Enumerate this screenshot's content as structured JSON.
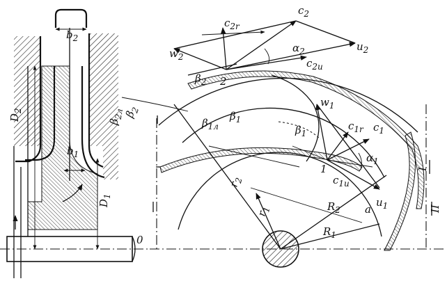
{
  "labels": {
    "b2": "b",
    "b2_sub": "2",
    "D2": "D",
    "D2_sub": "2",
    "b1": "b",
    "b1_sub": "1",
    "D1": "D",
    "D1_sub": "1",
    "zero": "0",
    "c2": "c",
    "c2_sub": "2",
    "c2r": "c",
    "c2r_sub": "2r",
    "w2": "w",
    "w2_sub": "2",
    "alpha2": "α",
    "alpha2_sub": "2",
    "u2": "u",
    "u2_sub": "2",
    "c2u": "c",
    "c2u_sub": "2u",
    "beta2": "β",
    "beta2_sub": "2",
    "point2": "2",
    "beta2l": "β",
    "beta2l_sub": "2л",
    "beta2b": "β",
    "beta2b_sub": "2",
    "beta1l": "β",
    "beta1l_sub": "1л",
    "beta1": "β",
    "beta1_sub": "1",
    "w1": "w",
    "w1_sub": "1",
    "beta1b": "β",
    "beta1b_sub": "1",
    "c1r": "c",
    "c1r_sub": "1r",
    "c1": "c",
    "c1_sub": "1",
    "alpha1": "α",
    "alpha1_sub": "1",
    "point1": "1",
    "c1u": "c",
    "c1u_sub": "1u",
    "u1": "u",
    "u1_sub": "1",
    "r2": "r",
    "r2_sub": "2",
    "r1": "r",
    "r1_sub": "1",
    "R2": "R",
    "R2_sub": "2",
    "R1": "R",
    "R1_sub": "1",
    "a": "a",
    "I": "I",
    "II": "II"
  }
}
